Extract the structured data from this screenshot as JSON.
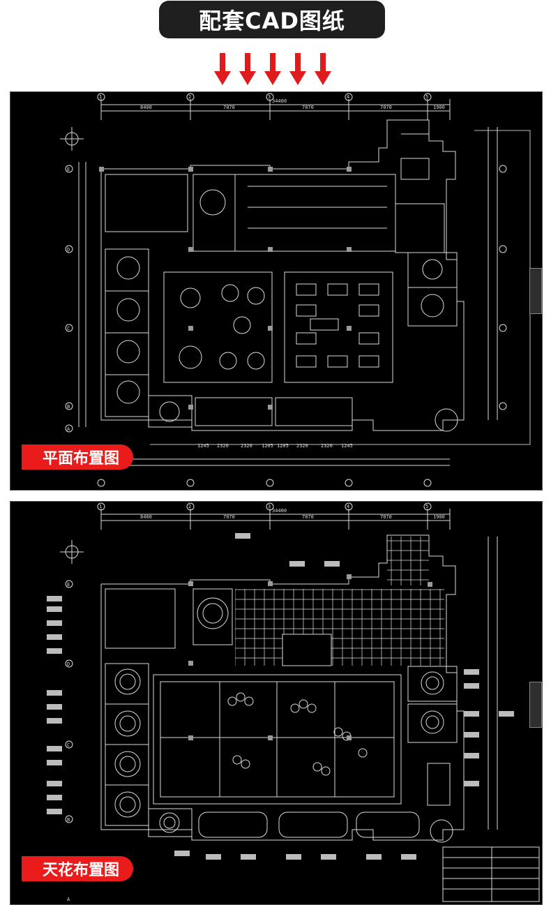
{
  "header": {
    "title": "配套CAD图纸"
  },
  "arrows": {
    "count": 5,
    "color": "#e01b1b"
  },
  "panel_top": {
    "badge": "平面布置图",
    "dim_top_total": "34400",
    "dim_top_parts": [
      "8400",
      "7070",
      "7070",
      "7070",
      "1900"
    ],
    "dim_bottom_parts": [
      "1245",
      "2320",
      "2320",
      "1205",
      "1205",
      "2320",
      "2320",
      "1245"
    ],
    "axis_cols": [
      "1",
      "2",
      "3",
      "4",
      "5"
    ],
    "axis_rows": [
      "E",
      "D",
      "C",
      "B",
      "A"
    ]
  },
  "panel_bottom": {
    "badge": "天花布置图",
    "dim_top_total": "34400",
    "dim_top_parts": [
      "8400",
      "7070",
      "7070",
      "7070",
      "1900"
    ],
    "axis_cols": [
      "1",
      "2",
      "3",
      "4",
      "5"
    ],
    "axis_rows": [
      "E",
      "D",
      "C",
      "B",
      "A"
    ]
  },
  "colors": {
    "badge": "#ea1b1b",
    "cad_bg": "#000000",
    "line": "#e8e8e8",
    "header_bg": "#1f1f1f"
  }
}
